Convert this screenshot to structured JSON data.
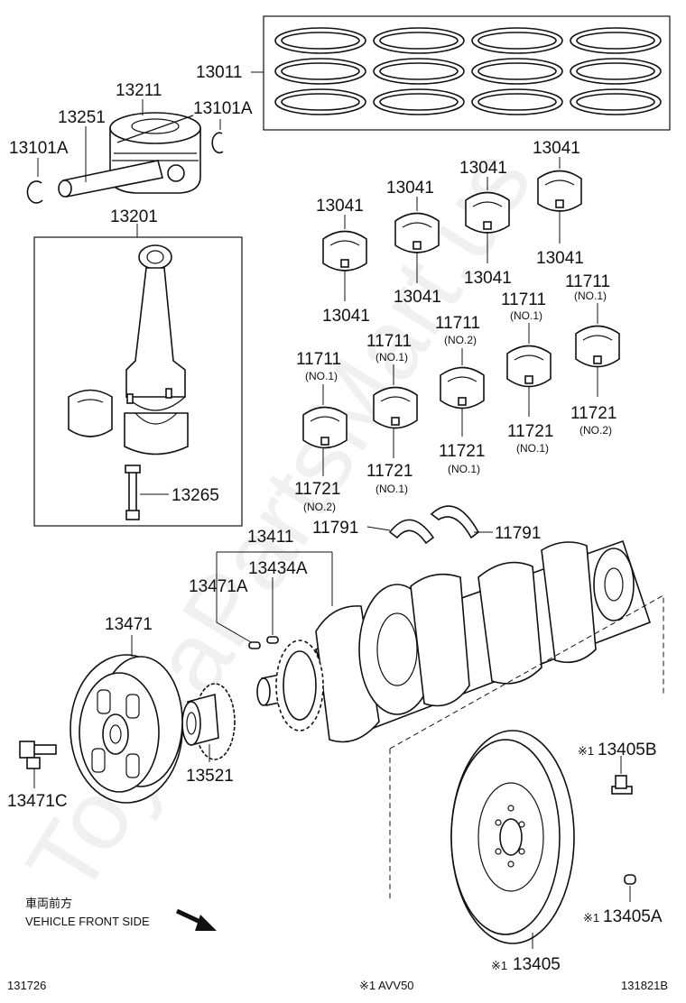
{
  "watermark": "ToyotaPartsMart.us",
  "notes": {
    "front_side_jp": "車両前方",
    "front_side_en": "VEHICLE FRONT SIDE",
    "footnote": "※1 AVV50"
  },
  "footer": {
    "left_code": "131726",
    "right_code": "131821B"
  },
  "labels": {
    "piston_ring_set": "13011",
    "piston": "13211",
    "piston_pin": "13251",
    "snap_ring_left": "13101A",
    "snap_ring_right": "13101A",
    "connecting_rod": "13201",
    "rod_bolt": "13265",
    "rod_bearing_1_top": "13041",
    "rod_bearing_1_bottom": "13041",
    "rod_bearing_2_top": "13041",
    "rod_bearing_2_bottom": "13041",
    "rod_bearing_3_top": "13041",
    "rod_bearing_3_bottom": "13041",
    "rod_bearing_4_top": "13041",
    "rod_bearing_4_bottom": "13041",
    "main_upper_1": "11711",
    "main_upper_1_sub": "(NO.1)",
    "main_upper_2": "11711",
    "main_upper_2_sub": "(NO.1)",
    "main_upper_3": "11711",
    "main_upper_3_sub": "(NO.2)",
    "main_upper_4": "11711",
    "main_upper_4_sub": "(NO.1)",
    "main_upper_5": "11711",
    "main_upper_5_sub": "(NO.1)",
    "main_lower_1": "11721",
    "main_lower_1_sub": "(NO.2)",
    "main_lower_2": "11721",
    "main_lower_2_sub": "(NO.1)",
    "main_lower_3": "11721",
    "main_lower_3_sub": "(NO.1)",
    "main_lower_4": "11721",
    "main_lower_4_sub": "(NO.1)",
    "main_lower_5": "11721",
    "main_lower_5_sub": "(NO.2)",
    "thrust_washer_left": "11791",
    "thrust_washer_right": "11791",
    "crankshaft": "13411",
    "crank_key_a": "13434A",
    "pulley_key": "13471A",
    "crank_pulley": "13471",
    "crank_timing_sprocket": "13521",
    "pulley_bolt": "13471C",
    "flywheel_bolt": "13405B",
    "flywheel_pin": "13405A",
    "flywheel": "13405",
    "note_mark": "※1"
  }
}
